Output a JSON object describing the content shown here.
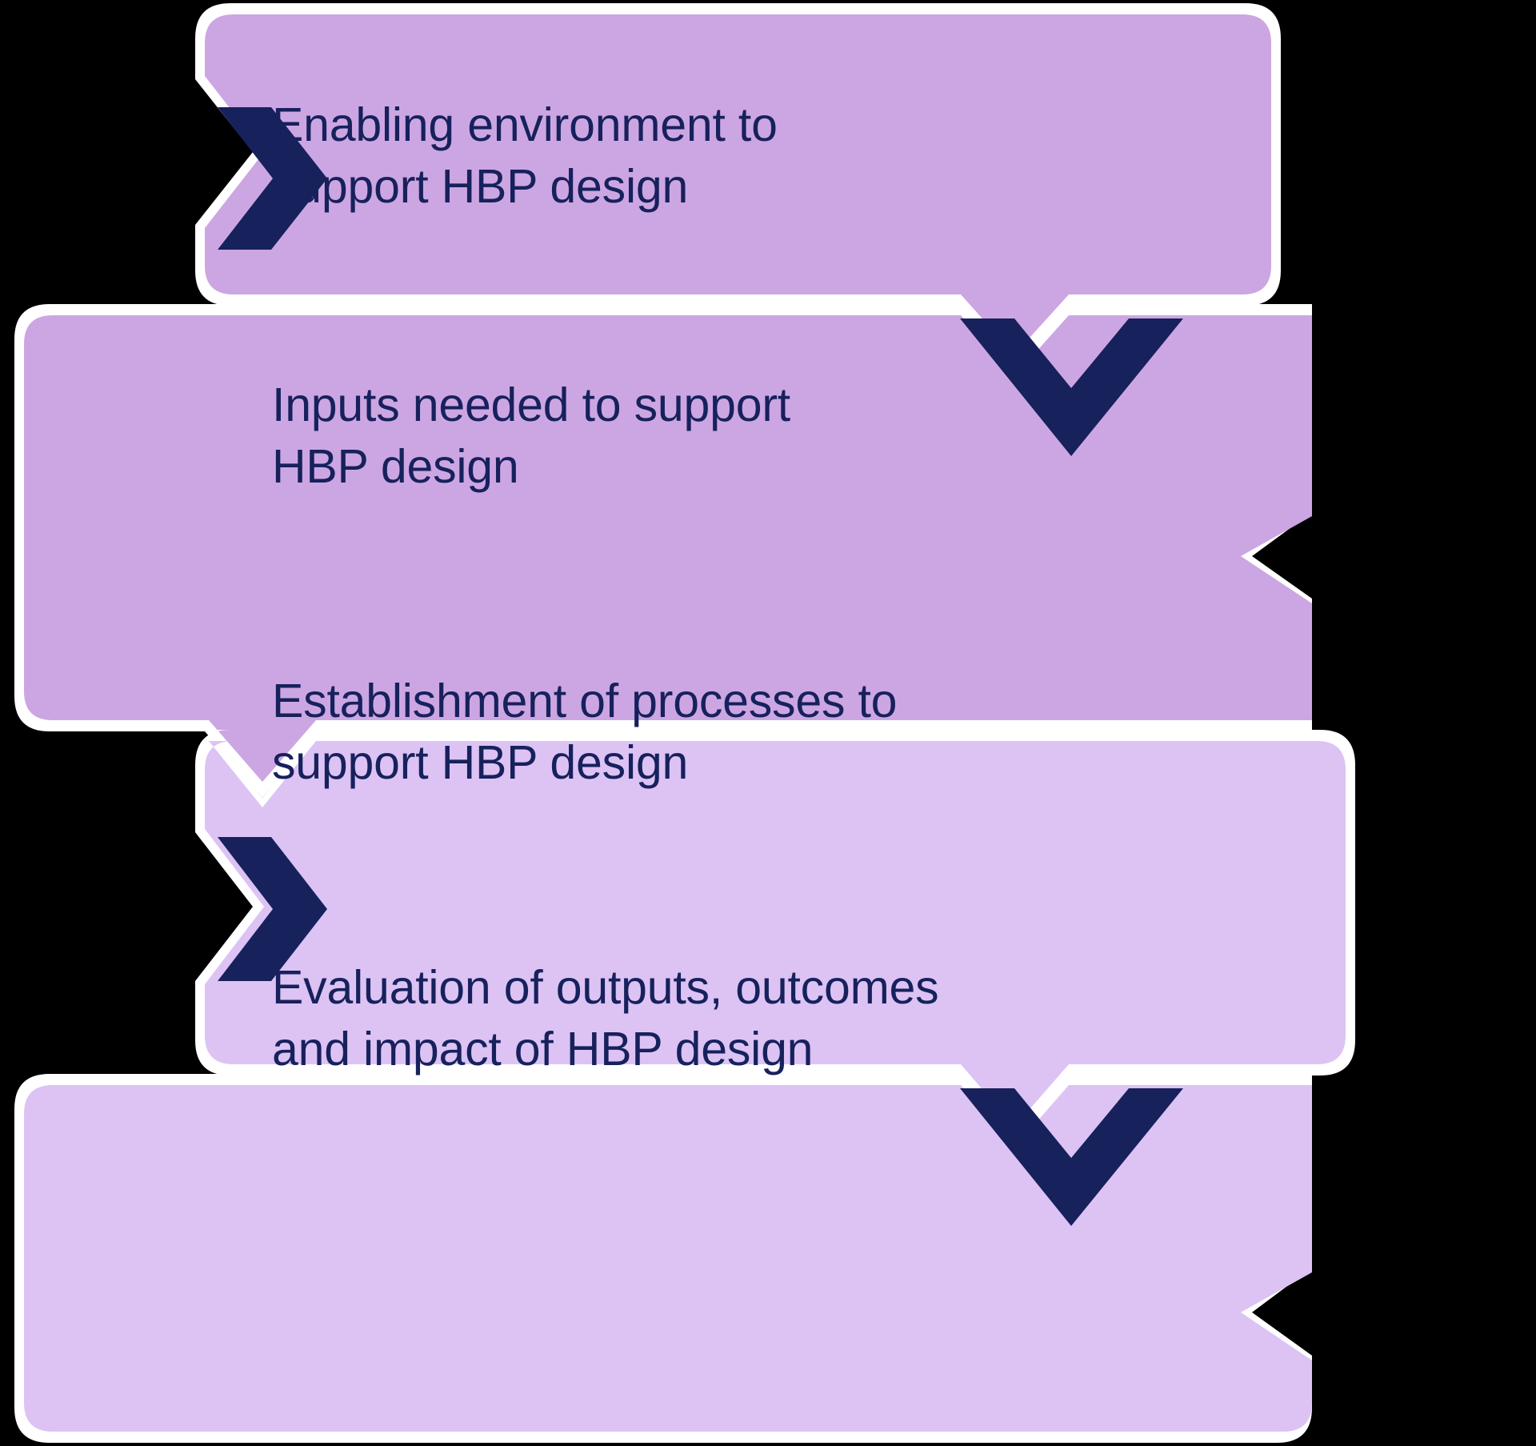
{
  "diagram": {
    "type": "vertical-zigzag-process-flow",
    "title_visible": false,
    "orientation": "top-to-bottom",
    "background_color": "#000000",
    "colors": {
      "band_purple_dark": "#CCA6E2",
      "band_purple_light": "#DCC3F4",
      "chevron_navy": "#17215C",
      "outline_white": "#FFFFFF",
      "text_navy": "#17215C"
    },
    "steps": [
      {
        "index": 1,
        "label": "Enabling environment to\nsupport HBP design",
        "line1": "Enabling environment to",
        "line2": "support HBP design",
        "band_color": "#CCA6E2",
        "chevron": {
          "present": true,
          "direction": "right",
          "position": "left-edge",
          "color": "#17215C"
        }
      },
      {
        "index": 2,
        "label": "Inputs needed to support\nHBP design",
        "line1": "Inputs needed to support",
        "line2": "HBP design",
        "band_color": "#CCA6E2",
        "chevron": {
          "present": true,
          "direction": "down",
          "position": "top-right",
          "color": "#17215C"
        }
      },
      {
        "index": 3,
        "label": "Establishment of processes to\nsupport HBP design",
        "line1": "Establishment of processes to",
        "line2": "support HBP design",
        "band_color": "#DCC3F4",
        "chevron": {
          "present": true,
          "direction": "right",
          "position": "left-edge",
          "color": "#17215C"
        }
      },
      {
        "index": 4,
        "label": "Evaluation of outputs, outcomes\nand impact of HBP design",
        "line1": "Evaluation of outputs, outcomes",
        "line2": "and impact of HBP design",
        "band_color": "#DCC3F4",
        "chevron": {
          "present": true,
          "direction": "down",
          "position": "top-right",
          "color": "#17215C"
        }
      }
    ]
  }
}
